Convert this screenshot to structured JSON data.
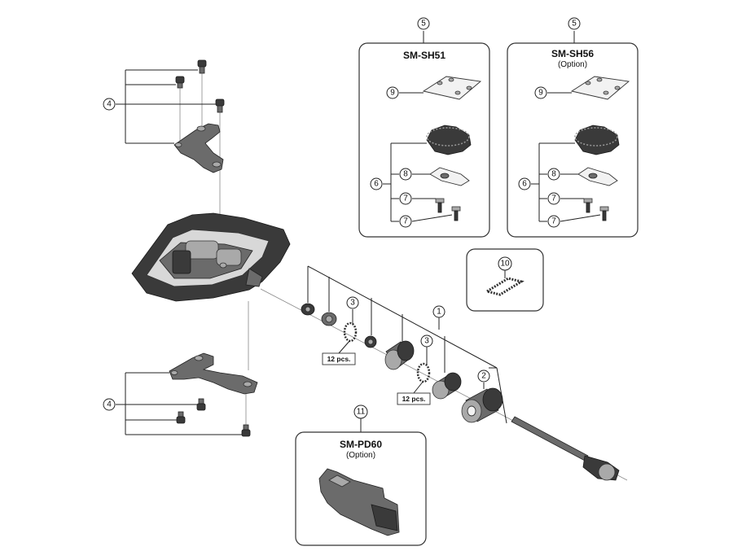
{
  "callouts": {
    "c1": "1",
    "c2": "2",
    "c3a": "3",
    "c3b": "3",
    "c4top": "4",
    "c4bot": "4",
    "c5a": "5",
    "c5b": "5",
    "c6a": "6",
    "c6b": "6",
    "c7a1": "7",
    "c7a2": "7",
    "c7b1": "7",
    "c7b2": "7",
    "c8a": "8",
    "c8b": "8",
    "c9a": "9",
    "c9b": "9",
    "c10": "10",
    "c11": "11"
  },
  "boxes": {
    "sh51": {
      "title": "SM-SH51"
    },
    "sh56": {
      "title": "SM-SH56",
      "subtitle": "(Option)"
    },
    "pd60": {
      "title": "SM-PD60",
      "subtitle": "(Option)"
    }
  },
  "quantity_labels": {
    "q1": "12 pcs.",
    "q2": "12 pcs."
  },
  "colors": {
    "line": "#222222",
    "part_dark": "#3a3a3a",
    "part_light": "#a9a9a9"
  }
}
